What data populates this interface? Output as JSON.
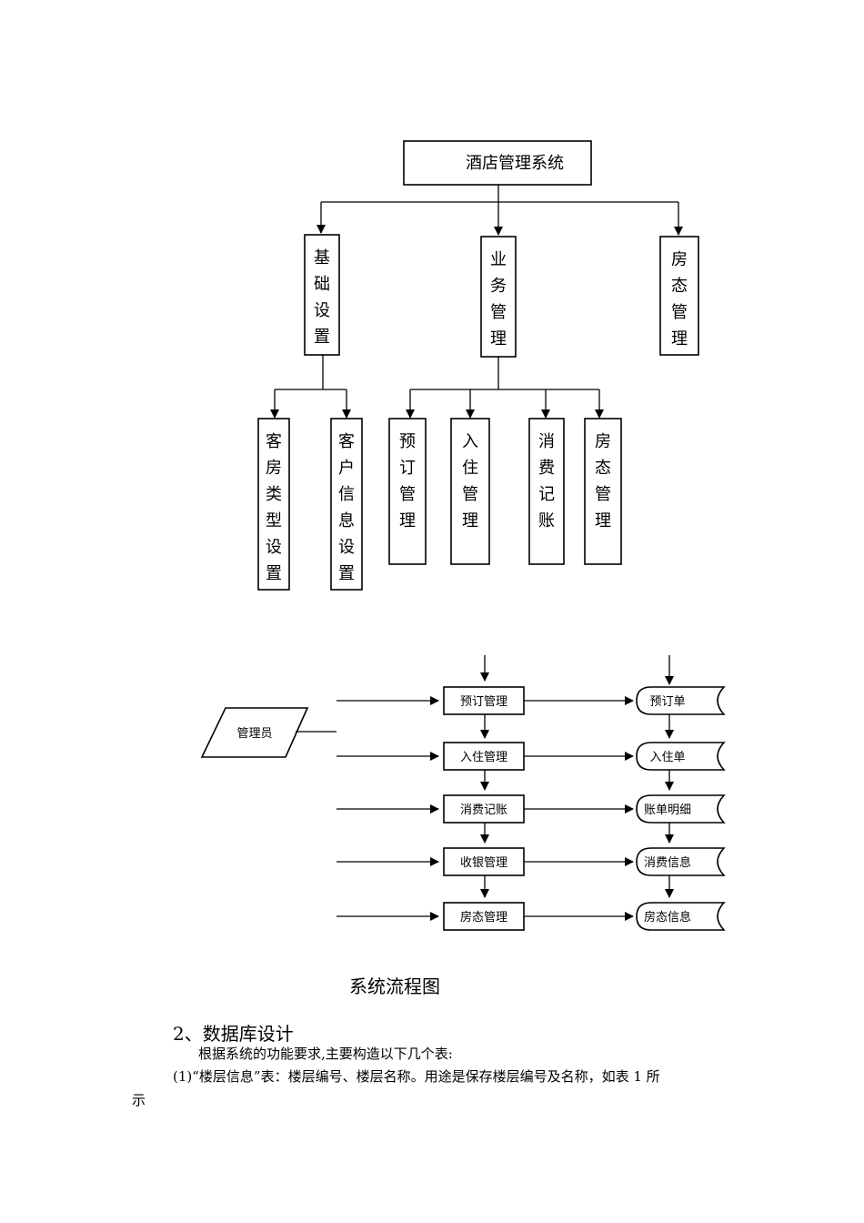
{
  "org_chart": {
    "root": "酒店管理系统",
    "level1": [
      "基础设置",
      "业务管理",
      "房态管理"
    ],
    "basic_children": [
      "客房类型设置",
      "客户信息设置"
    ],
    "business_children": [
      "预订管理",
      "入住管理",
      "消费记账",
      "房态管理"
    ]
  },
  "flow_chart": {
    "actor": "管理员",
    "processes": [
      "预订管理",
      "入住管理",
      "消费记账",
      "收银管理",
      "房态管理"
    ],
    "stores": [
      "预订单",
      "入住单",
      "账单明细",
      "消费信息",
      "房态信息"
    ]
  },
  "document": {
    "caption": "系统流程图",
    "section_heading": "2、数据库设计",
    "paragraph1": "根据系统的功能要求,主要构造以下几个表:",
    "paragraph2_line1": "(1)“楼层信息”表：楼层编号、楼层名称。用途是保存楼层编号及名称，如表 1 所",
    "paragraph2_line2": "示"
  }
}
